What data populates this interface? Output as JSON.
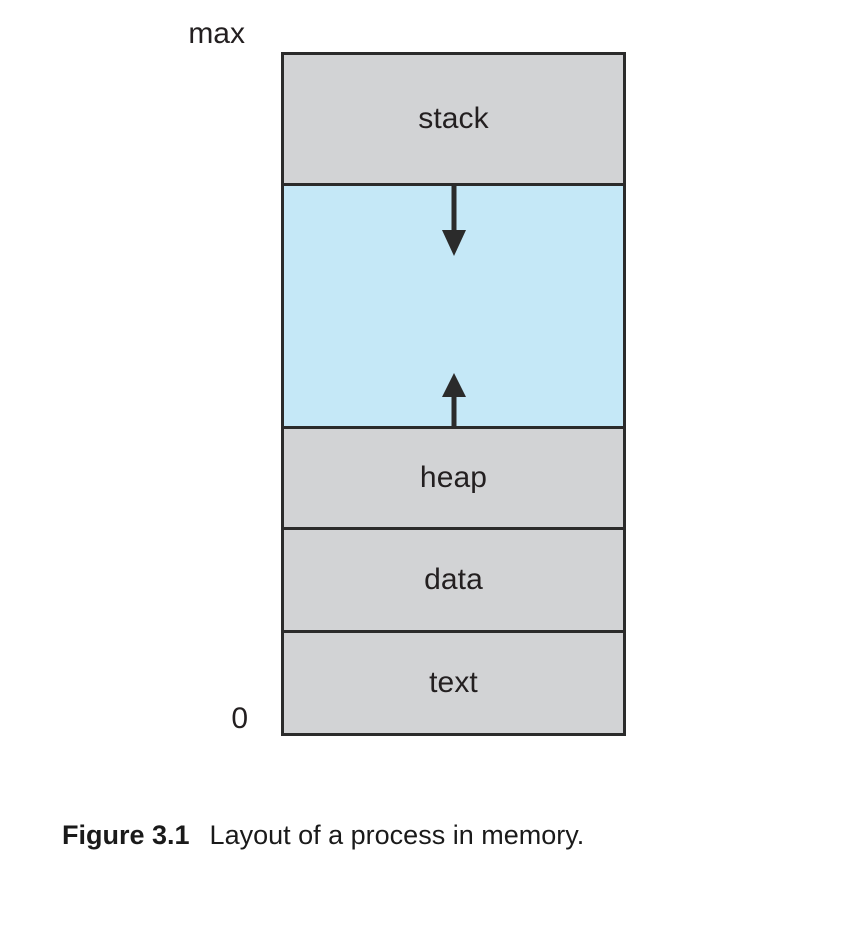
{
  "figure": {
    "number_label": "Figure 3.1",
    "caption_text": "Layout of a process in memory.",
    "axis": {
      "top_label": "max",
      "bottom_label": "0"
    },
    "colors": {
      "segment_fill": "#d2d3d5",
      "free_space_fill": "#c5e8f7",
      "border": "#2b2b2b",
      "text": "#231f20"
    }
  },
  "diagram_data": {
    "type": "diagram",
    "title": "Layout of a process in memory",
    "orientation": "vertical",
    "address_axis": {
      "top": "max",
      "bottom": "0",
      "direction": "high-to-low"
    },
    "segments": [
      {
        "name": "stack",
        "label": "stack",
        "fill": "#d2d3d5",
        "order": 1
      },
      {
        "name": "free-space",
        "label": "",
        "fill": "#c5e8f7",
        "order": 2
      },
      {
        "name": "heap",
        "label": "heap",
        "fill": "#d2d3d5",
        "order": 3
      },
      {
        "name": "data",
        "label": "data",
        "fill": "#d2d3d5",
        "order": 4
      },
      {
        "name": "text",
        "label": "text",
        "fill": "#d2d3d5",
        "order": 5
      }
    ],
    "arrows": [
      {
        "name": "stack-growth",
        "direction": "down",
        "from": "stack",
        "into": "free-space"
      },
      {
        "name": "heap-growth",
        "direction": "up",
        "from": "heap",
        "into": "free-space"
      }
    ]
  }
}
